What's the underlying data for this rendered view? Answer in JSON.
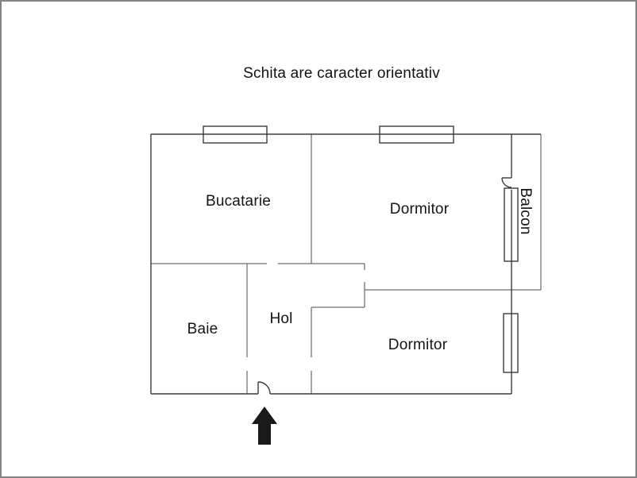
{
  "title": "Schita are caracter orientativ",
  "rooms": {
    "bucatarie": "Bucatarie",
    "dormitor_top": "Dormitor",
    "dormitor_bottom": "Dormitor",
    "baie": "Baie",
    "hol": "Hol",
    "balcon": "Balcon"
  },
  "colors": {
    "wall_exterior": "#3c3c3c",
    "wall_interior": "#6e6e6e",
    "arrow": "#1a1a1a",
    "frame": "#848484",
    "text": "#141414",
    "background": "#ffffff"
  }
}
